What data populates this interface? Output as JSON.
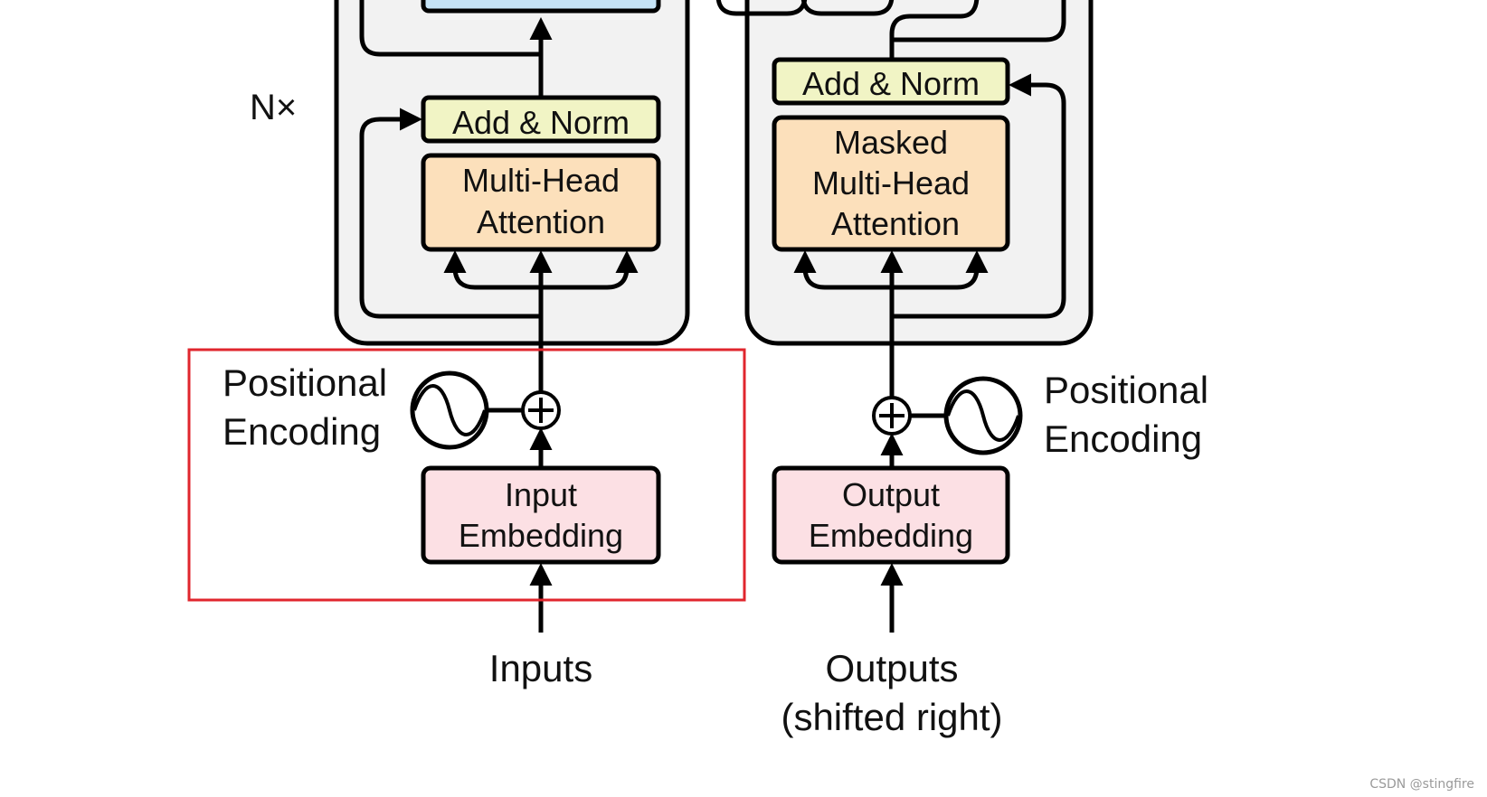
{
  "repeat_label": "N×",
  "encoder": {
    "add_norm": "Add & Norm",
    "attention": [
      "Multi-Head",
      "Attention"
    ],
    "positional_encoding": [
      "Positional",
      "Encoding"
    ],
    "embedding": [
      "Input",
      "Embedding"
    ],
    "input_label": "Inputs"
  },
  "decoder": {
    "add_norm": "Add & Norm",
    "attention": [
      "Masked",
      "Multi-Head",
      "Attention"
    ],
    "positional_encoding": [
      "Positional",
      "Encoding"
    ],
    "embedding": [
      "Output",
      "Embedding"
    ],
    "input_label": [
      "Outputs",
      "(shifted right)"
    ]
  },
  "watermark": "CSDN @stingfire",
  "colors": {
    "block_bg": "#f2f2f2",
    "add_norm_fill": "#f1f4c5",
    "attention_fill": "#fce0bb",
    "embedding_fill": "#fce0e4",
    "feedforward_fill": "#c5e3f6",
    "highlight_border": "#e0262d",
    "line": "#000000"
  }
}
